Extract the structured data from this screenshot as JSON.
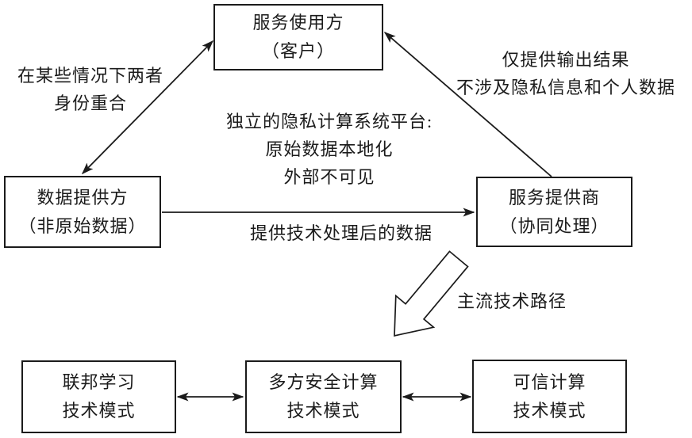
{
  "page": {
    "background": "#ffffff",
    "line_color": "#1b1b1b"
  },
  "boxes": {
    "service_user": {
      "line1": "服务使用方",
      "line2": "（客户）"
    },
    "data_provider": {
      "line1": "数据提供方",
      "line2": "（非原始数据）"
    },
    "service_provider": {
      "line1": "服务提供商",
      "line2": "（协同处理）"
    },
    "federated_learning": {
      "line1": "联邦学习",
      "line2": "技术模式"
    },
    "secure_mpc": {
      "line1": "多方安全计算",
      "line2": "技术模式"
    },
    "trusted_computing": {
      "line1": "可信计算",
      "line2": "技术模式"
    }
  },
  "labels": {
    "identity_overlap": {
      "line1": "在某些情况下两者",
      "line2": "身份重合"
    },
    "output_only": {
      "line1": "仅提供输出结果",
      "line2": "不涉及隐私信息和个人数据"
    },
    "platform": {
      "line1": "独立的隐私计算系统平台:",
      "line2": "原始数据本地化",
      "line3": "外部不可见"
    },
    "processed_data": "提供技术处理后的数据",
    "mainstream_path": "主流技术路径"
  }
}
